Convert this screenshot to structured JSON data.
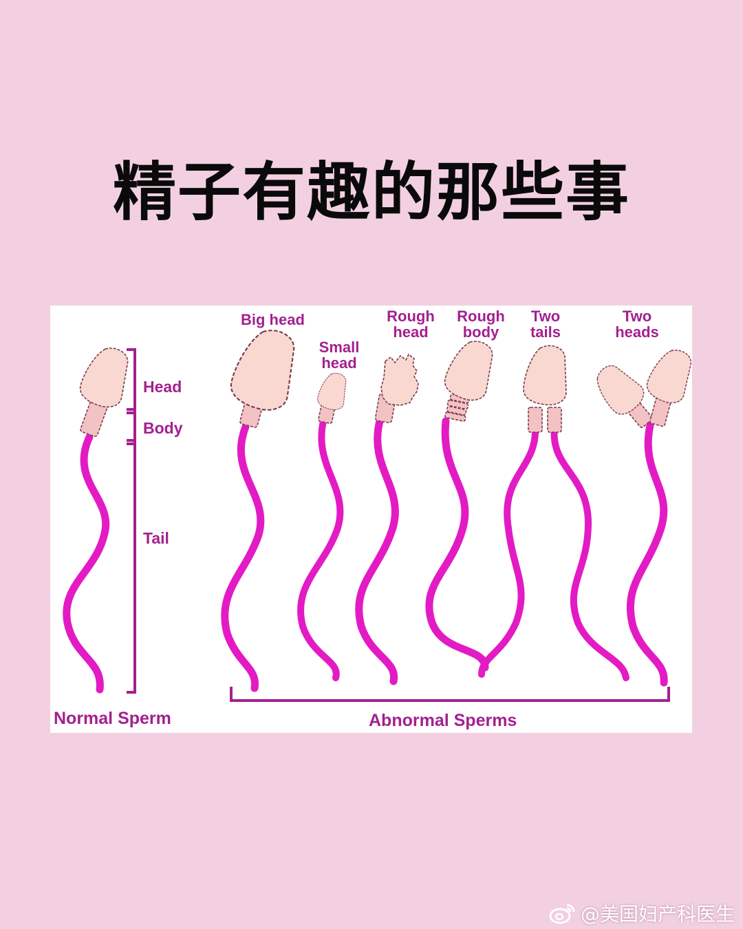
{
  "title": "精子有趣的那些事",
  "diagram": {
    "normal": {
      "label": "Normal Sperm",
      "parts": {
        "head": "Head",
        "body": "Body",
        "tail": "Tail"
      }
    },
    "abnormal": {
      "label": "Abnormal Sperms",
      "types": [
        {
          "line1": "Big head",
          "line2": ""
        },
        {
          "line1": "Small",
          "line2": "head"
        },
        {
          "line1": "Rough",
          "line2": "head"
        },
        {
          "line1": "Rough",
          "line2": "body"
        },
        {
          "line1": "Two",
          "line2": "tails"
        },
        {
          "line1": "Two",
          "line2": "heads"
        }
      ]
    },
    "colors": {
      "tail": "#e31bc4",
      "head": "#f8d8d0",
      "label": "#a3208f",
      "background": "#f2d0e1"
    }
  },
  "watermark": {
    "icon": "weibo-icon",
    "text": "@美国妇产科医生"
  }
}
